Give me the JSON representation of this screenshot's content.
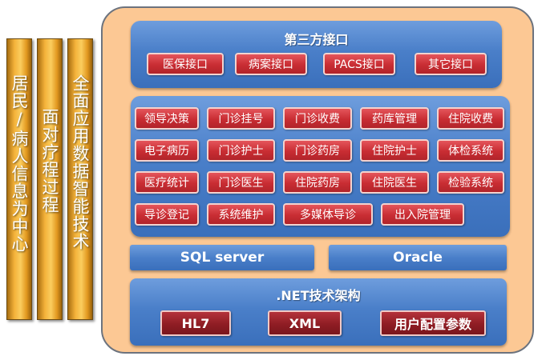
{
  "columns": [
    {
      "text": "居民/病人信息为中心"
    },
    {
      "text": "面对疗程过程"
    },
    {
      "text": "全面应用数据智能技术"
    }
  ],
  "third_party": {
    "title": "第三方接口",
    "items": [
      "医保接口",
      "病案接口",
      "PACS接口",
      "其它接口"
    ]
  },
  "modules": {
    "rows": [
      [
        "领导决策",
        "门诊挂号",
        "门诊收费",
        "药库管理",
        "住院收费"
      ],
      [
        "电子病历",
        "门诊护士",
        "门诊药房",
        "住院护士",
        "体检系统"
      ],
      [
        "医疗统计",
        "门诊医生",
        "住院药房",
        "住院医生",
        "检验系统"
      ],
      [
        "导诊登记",
        "系统维护",
        "多媒体导诊",
        "出入院管理"
      ]
    ]
  },
  "databases": [
    "SQL server",
    "Oracle"
  ],
  "framework": {
    "title": ".NET技术架构",
    "items": [
      "HL7",
      "XML",
      "用户配置参数"
    ]
  }
}
